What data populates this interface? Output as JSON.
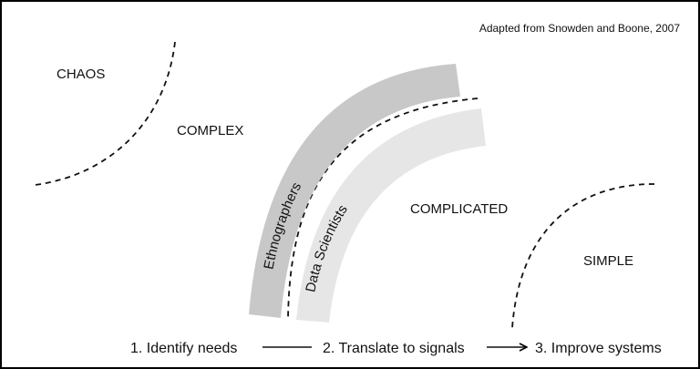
{
  "credit": "Adapted from Snowden and Boone, 2007",
  "zones": {
    "chaos": "CHAOS",
    "complex": "COMPLEX",
    "complicated": "COMPLICATED",
    "simple": "SIMPLE"
  },
  "bands": {
    "outer": {
      "label": "Ethnographers",
      "color": "#c8c8c8"
    },
    "inner": {
      "label": "Data Scientists",
      "color": "#e6e6e6"
    }
  },
  "steps": {
    "step1": "1. Identify needs",
    "step2": "2. Translate to signals",
    "step3": "3. Improve systems"
  }
}
